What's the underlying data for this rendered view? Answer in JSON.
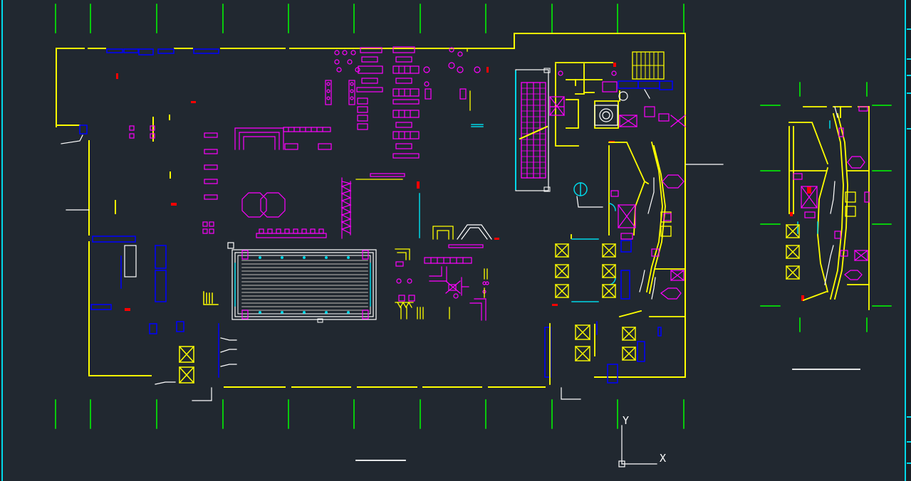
{
  "app": {
    "type": "cad-model-space",
    "background": "#212830"
  },
  "colors": {
    "walls": "#ffff00",
    "fixtures": "#ff00ff",
    "doors": "#0000ff",
    "markers": "#ff0000",
    "grid": "#00ff00",
    "cyan": "#00d8e8",
    "white": "#ffffff"
  },
  "ucs": {
    "x_label": "X",
    "y_label": "Y"
  }
}
